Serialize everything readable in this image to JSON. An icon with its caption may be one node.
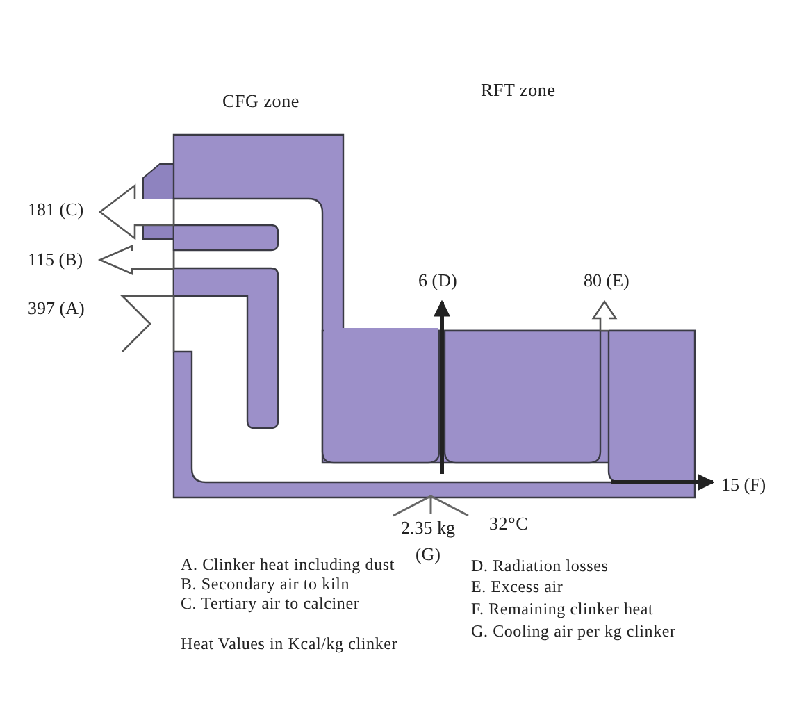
{
  "diagram": {
    "nodes": [
      {
        "text": [],
        "shape": "box"
      },
      {
        "text": [
          "181 (C)"
        ]
      },
      {
        "text": [
          "115 (B)"
        ]
      },
      {
        "text": [
          "397 (A)"
        ]
      },
      {
        "text": [
          "6 (D)"
        ]
      },
      {
        "text": [
          "80 (E)"
        ]
      },
      {
        "text": [
          "15 (F)"
        ]
      },
      {
        "text": [
          "2.35 kg (G)"
        ]
      }
    ],
    "edges": [
      {
        "from": 0,
        "to": 1,
        "arrow": "to"
      },
      {
        "from": 0,
        "to": 2,
        "arrow": "to"
      },
      {
        "from": 3,
        "to": 0,
        "arrow": "none"
      },
      {
        "from": 0,
        "to": 4,
        "arrow": "to",
        "color": "#222222"
      },
      {
        "from": 0,
        "to": 5,
        "arrow": "to"
      },
      {
        "from": 0,
        "to": 6,
        "arrow": "to",
        "color": "#222222"
      },
      {
        "from": 7,
        "to": 0,
        "arrow": "to"
      }
    ],
    "labels": [
      "CFG zone",
      "RFT zone",
      "32°C",
      "A. Clinker heat including dust",
      "D. Radiation losses",
      "B. Secondary air to kiln",
      "E. Excess air",
      "C. Tertiary air to calciner",
      "F. Remaining clinker heat",
      "G. Cooling air per kg clinker",
      "Heat Values in Kcal/kg clinker"
    ]
  }
}
